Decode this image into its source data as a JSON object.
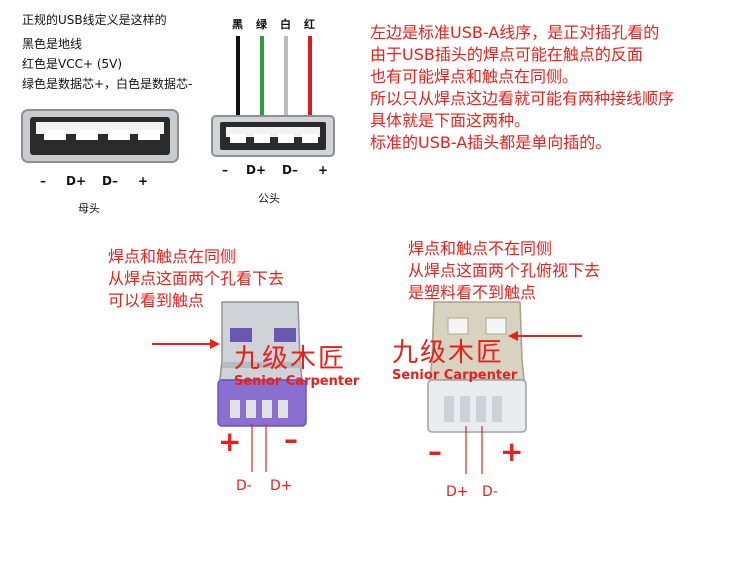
{
  "top_left": {
    "lines": [
      "正规的USB线定义是这样的",
      "黑色是地线",
      "红色是VCC+ (5V)",
      "绿色是数据芯+，白色是数据芯-"
    ]
  },
  "female": {
    "caption": "母头",
    "pins": [
      "–",
      "D+",
      "D–",
      "+"
    ]
  },
  "male": {
    "caption": "公头",
    "wire_labels": [
      "黑",
      "绿",
      "白",
      "红"
    ],
    "wire_colors": [
      "#111111",
      "#2e9e3e",
      "#bdbdbd",
      "#d62020"
    ],
    "pins": [
      "–",
      "D+",
      "D–",
      "+"
    ]
  },
  "top_right": {
    "lines": [
      "左边是标准USB-A线序，是正对插孔看的",
      "由于USB插头的焊点可能在触点的反面",
      "也有可能焊点和触点在同侧。",
      "所以只从焊点这边看就可能有两种接线顺序",
      "具体就是下面这两种。",
      "标准的USB-A插头都是单向插的。"
    ]
  },
  "left_photo": {
    "note": [
      "焊点和触点在同侧",
      "从焊点这面两个孔看下去",
      "可以看到触点"
    ],
    "watermark_cn": "九级木匠",
    "watermark_en": "Senior Carpenter",
    "plus": "+",
    "minus": "–",
    "labels": [
      "D-",
      "D+"
    ]
  },
  "right_photo": {
    "note": [
      "焊点和触点不在同侧",
      "从焊点这面两个孔俯视下去",
      "是塑料看不到触点"
    ],
    "watermark_cn": "九级木匠",
    "watermark_en": "Senior Carpenter",
    "minus": "–",
    "plus": "+",
    "labels": [
      "D+",
      "D-"
    ]
  },
  "colors": {
    "accent": "#e8201c",
    "purple": "#8a6fd0",
    "metal": "#cfd2d6"
  }
}
